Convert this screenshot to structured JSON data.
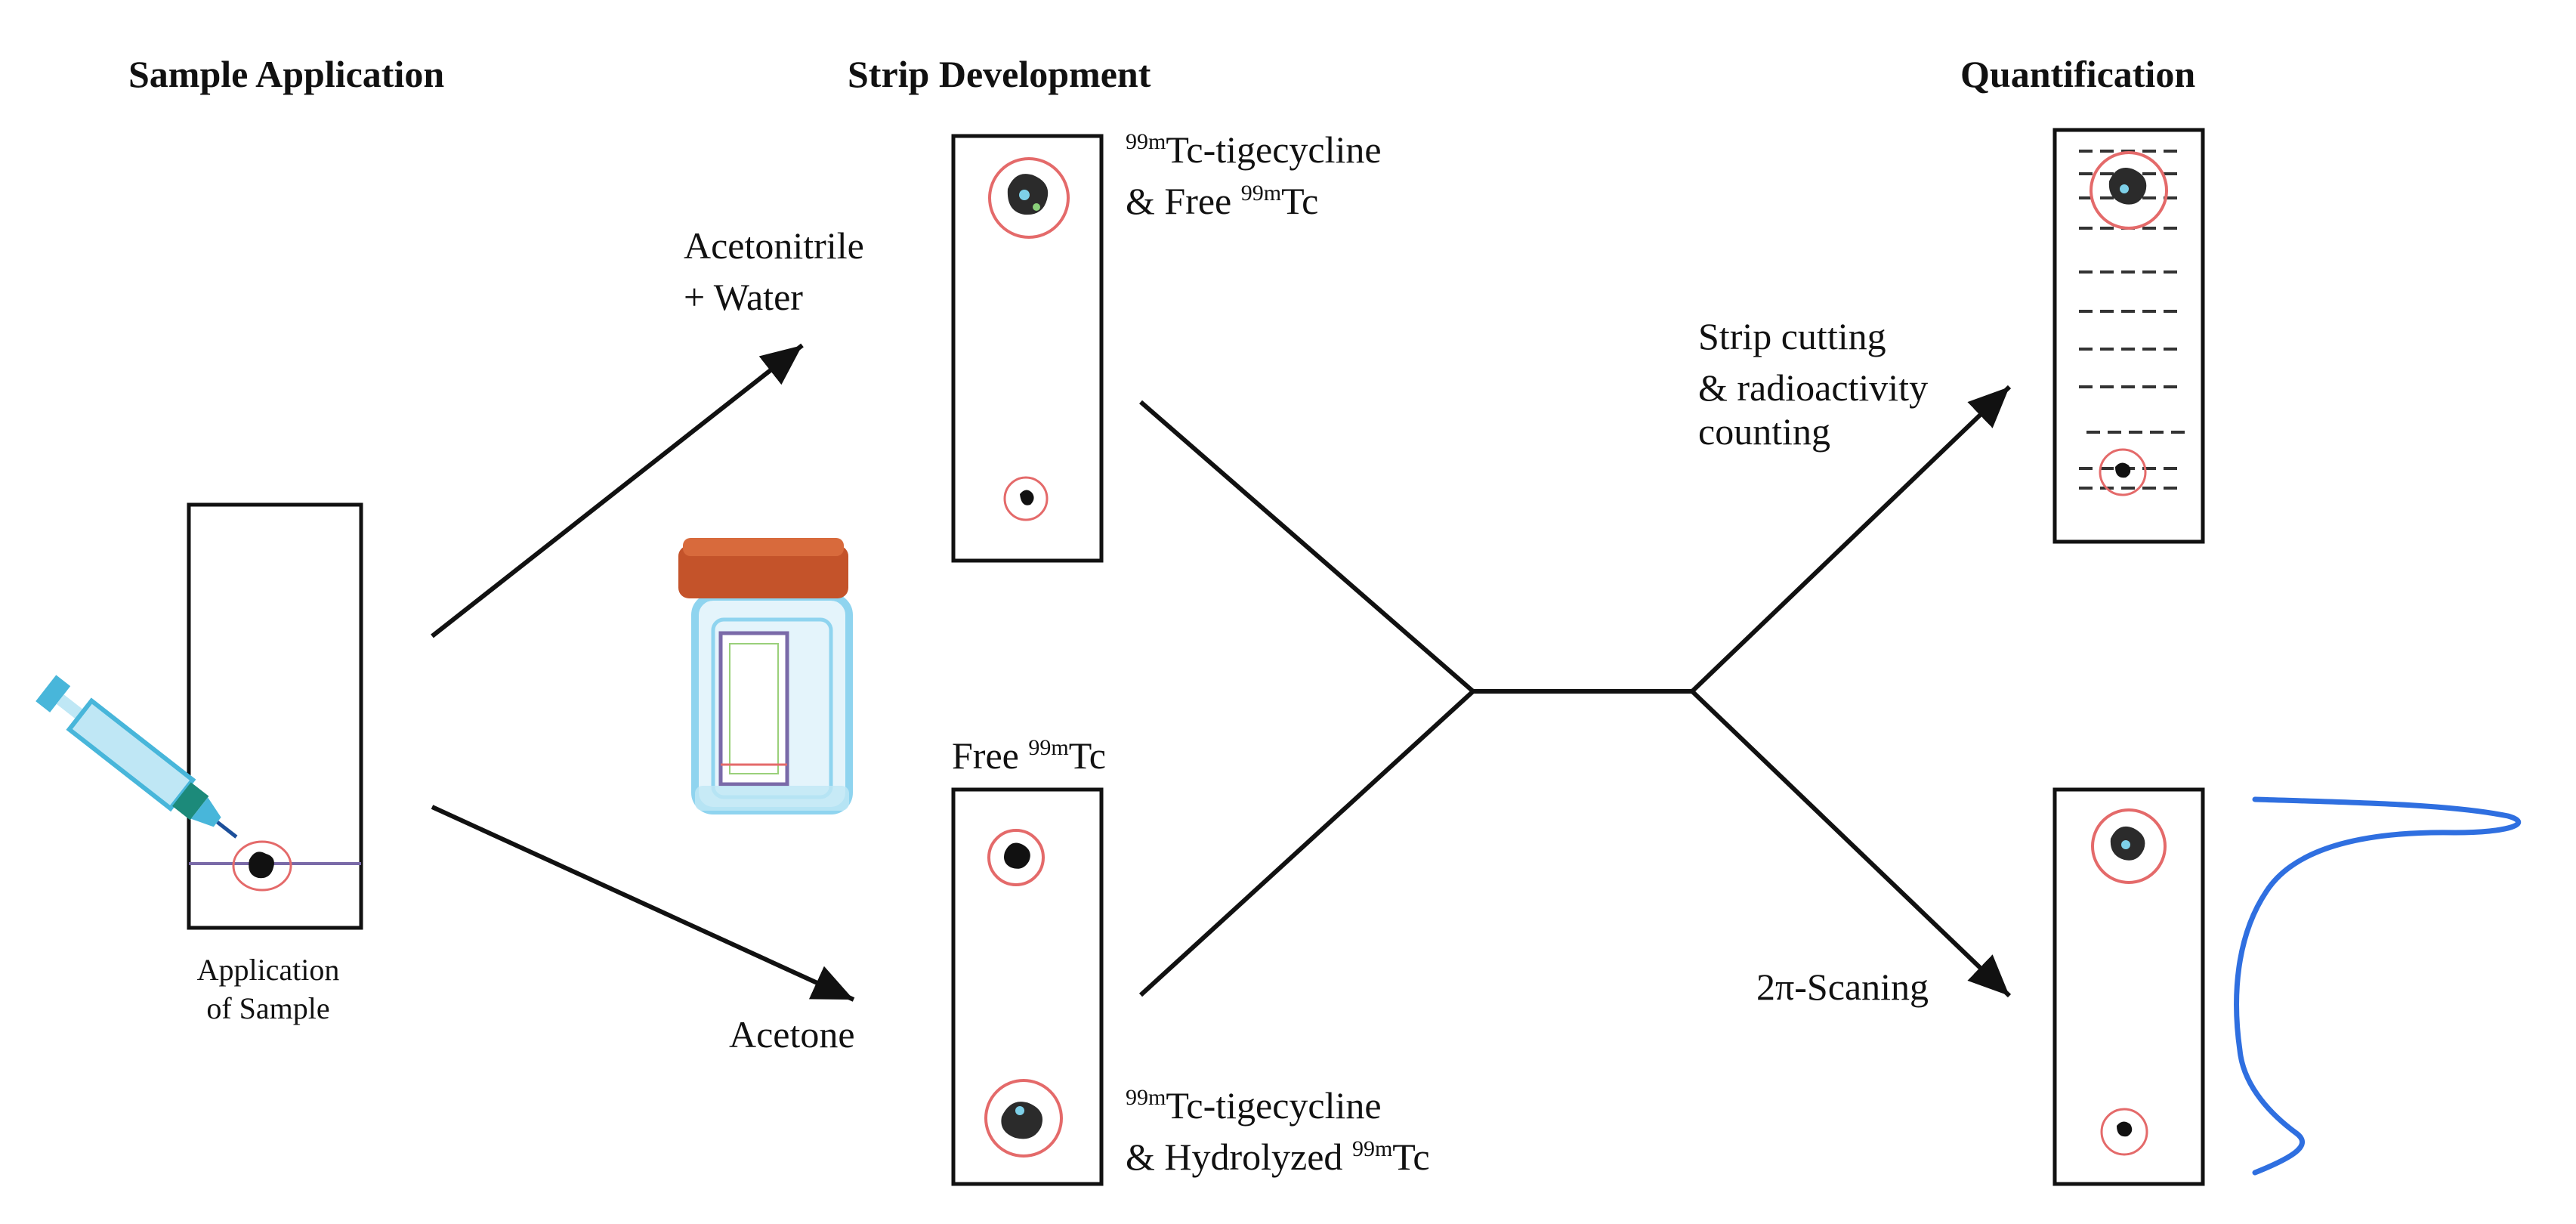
{
  "headers": {
    "sample_application": "Sample Application",
    "strip_development": "Strip Development",
    "quantification": "Quantification"
  },
  "labels": {
    "application_line1": "Application",
    "application_line2": "of Sample",
    "solvent_top_line1": "Acetonitrile",
    "solvent_top_line2": "+ Water",
    "solvent_bottom": "Acetone",
    "strip_top_label": {
      "line1_sup": "99m",
      "line1_rest": "Tc-tigecycline",
      "line2_pre": "& Free ",
      "line2_sup": "99m",
      "line2_rest": "Tc"
    },
    "strip_bottom_top_label": {
      "pre": "Free ",
      "sup": "99m",
      "rest": "Tc"
    },
    "strip_bottom_bottom_label": {
      "line1_sup": "99m",
      "line1_rest": "Tc-tigecycline",
      "line2_pre": "& Hydrolyzed ",
      "line2_sup": "99m",
      "line2_rest": "Tc"
    },
    "cutting_line1": "Strip cutting",
    "cutting_line2": "& radioactivity",
    "cutting_line3": "counting",
    "scanning": "2π-Scaning"
  },
  "colors": {
    "ink": "#111111",
    "spot_ring": "#e46a6a",
    "jar_lid": "#c4532a",
    "jar_body": "#8fd4ef",
    "syringe": "#48b6da",
    "syringe_tip": "#1c8a7a",
    "scan_curve": "#2f6fe0"
  }
}
